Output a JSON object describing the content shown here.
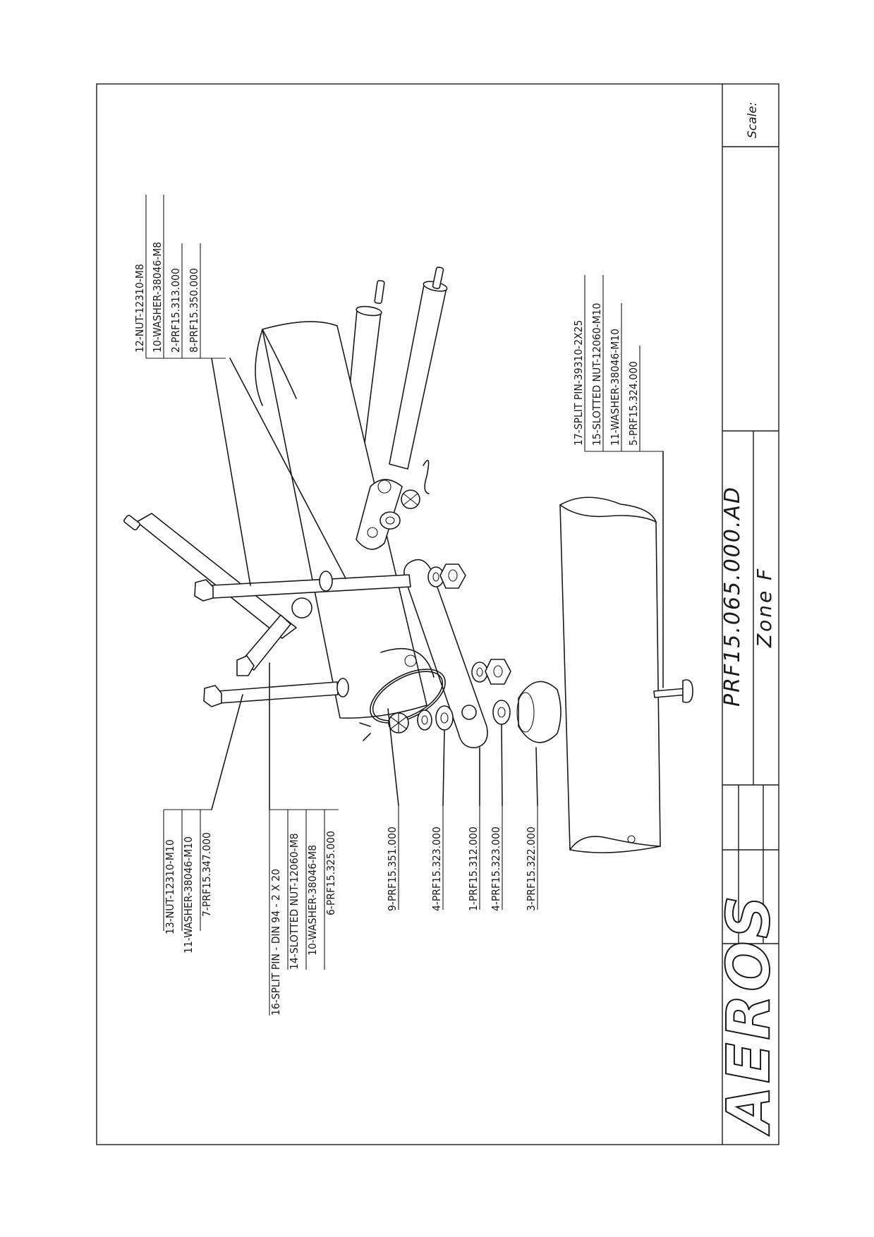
{
  "drawing": {
    "number": "PRF15.065.000.AD",
    "zone": "Zone F",
    "scale_label": "Scale:",
    "logo": "AEROS"
  },
  "callouts": {
    "group_top_left": [
      "12-NUT-12310-M8",
      "10-WASHER-38046-M8",
      "2-PRF15.313.000",
      "8-PRF15.350.000"
    ],
    "group_top_right": [
      "17-SPLIT PIN-39310-2X25",
      "15-SLOTTED NUT-12060-M10",
      "11-WASHER-38046-M10",
      "5-PRF15.324.000"
    ],
    "group_bottom_a": [
      "13-NUT-12310-M10",
      "11-WASHER-38046-M10",
      "7-PRF15.347.000"
    ],
    "group_bottom_b": [
      "16-SPLIT PIN - DIN 94 - 2 X 20",
      "14-SLOTTED NUT-12060-M8",
      "10-WASHER-38046-M8",
      "6-PRF15.325.000"
    ],
    "singles_bottom": [
      "9-PRF15.351.000",
      "4-PRF15.323.000",
      "1-PRF15.312.000",
      "4-PRF15.323.000",
      "3-PRF15.322.000"
    ]
  }
}
